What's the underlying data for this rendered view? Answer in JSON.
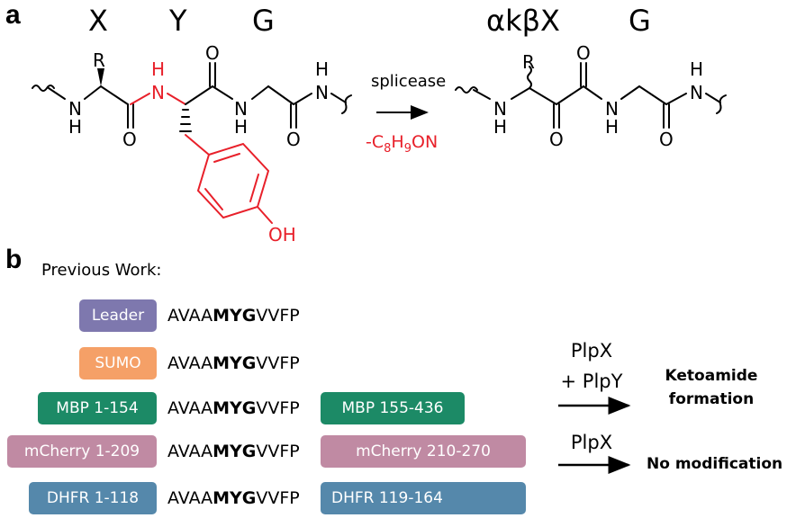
{
  "panel_a": {
    "label": "a",
    "residues_left": [
      "X",
      "Y",
      "G"
    ],
    "residues_right": [
      "αkβX",
      "G"
    ],
    "substituent": "R",
    "nh_h": "H",
    "nh_n": "N",
    "oxygen": "O",
    "hydroxyl": "OH",
    "enzyme": "splicease",
    "loss_prefix": "-C",
    "loss_c_sub": "8",
    "loss_h": "H",
    "loss_h_sub": "9",
    "loss_suffix": "ON",
    "red_color": "#e8202a"
  },
  "panel_b": {
    "label": "b",
    "heading": "Previous Work:",
    "constructs": [
      {
        "n_tag": "Leader",
        "seq_pre": "AVAA",
        "seq_bold": "MYG",
        "seq_post": "VVFP",
        "c_tag": "",
        "color": "#7e78ae"
      },
      {
        "n_tag": "SUMO",
        "seq_pre": "AVAA",
        "seq_bold": "MYG",
        "seq_post": "VVFP",
        "c_tag": "",
        "color": "#f5a067"
      },
      {
        "n_tag": "MBP 1-154",
        "seq_pre": "AVAA",
        "seq_bold": "MYG",
        "seq_post": "VVFP",
        "c_tag": "MBP 155-436",
        "color": "#1c8a66"
      },
      {
        "n_tag": "mCherry 1-209",
        "seq_pre": "AVAA",
        "seq_bold": "MYG",
        "seq_post": "VVFP",
        "c_tag": "mCherry 210-270",
        "color": "#c08aa3"
      },
      {
        "n_tag": "DHFR 1-118",
        "seq_pre": "AVAA",
        "seq_bold": "MYG",
        "seq_post": "VVFP",
        "c_tag": "DHFR 119-164",
        "color": "#5588ab"
      }
    ],
    "condition1_line1": "PlpX",
    "condition1_line2": "+ PlpY",
    "result1_line1": "Ketoamide",
    "result1_line2": "formation",
    "condition2": "PlpX",
    "result2": "No modification"
  }
}
